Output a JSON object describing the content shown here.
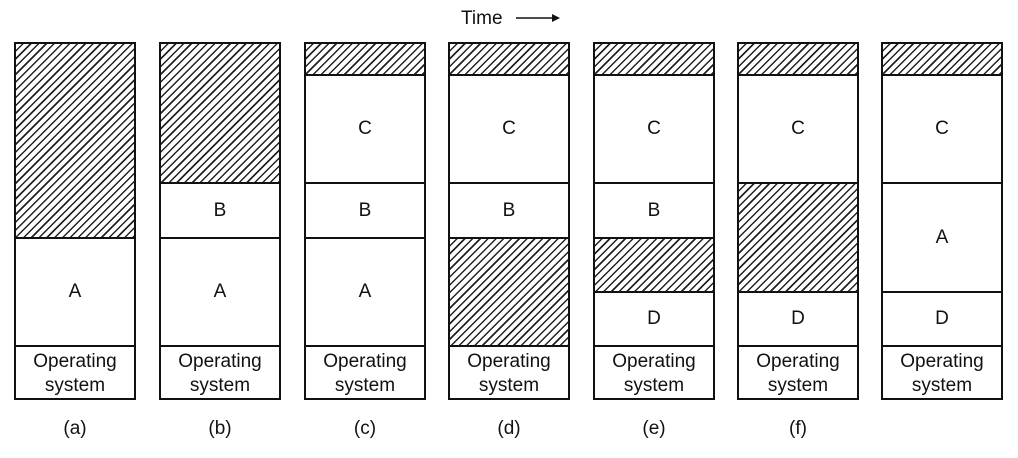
{
  "time_label": "Time",
  "os_label_line1": "Operating",
  "os_label_line2": "system",
  "columns": [
    {
      "caption": "(a)",
      "segments": [
        {
          "type": "hole",
          "label": ""
        },
        {
          "type": "process",
          "label": "A"
        }
      ]
    },
    {
      "caption": "(b)",
      "segments": [
        {
          "type": "hole",
          "label": ""
        },
        {
          "type": "process",
          "label": "B"
        },
        {
          "type": "process",
          "label": "A"
        }
      ]
    },
    {
      "caption": "(c)",
      "segments": [
        {
          "type": "hole",
          "label": ""
        },
        {
          "type": "process",
          "label": "C"
        },
        {
          "type": "process",
          "label": "B"
        },
        {
          "type": "process",
          "label": "A"
        }
      ]
    },
    {
      "caption": "(d)",
      "segments": [
        {
          "type": "hole",
          "label": ""
        },
        {
          "type": "process",
          "label": "C"
        },
        {
          "type": "process",
          "label": "B"
        },
        {
          "type": "hole",
          "label": ""
        }
      ]
    },
    {
      "caption": "(e)",
      "segments": [
        {
          "type": "hole",
          "label": ""
        },
        {
          "type": "process",
          "label": "C"
        },
        {
          "type": "process",
          "label": "B"
        },
        {
          "type": "hole",
          "label": ""
        },
        {
          "type": "process",
          "label": "D"
        }
      ]
    },
    {
      "caption": "(f)",
      "segments": [
        {
          "type": "hole",
          "label": ""
        },
        {
          "type": "process",
          "label": "C"
        },
        {
          "type": "hole",
          "label": ""
        },
        {
          "type": "process",
          "label": "D"
        }
      ]
    },
    {
      "caption": "",
      "segments": [
        {
          "type": "hole",
          "label": ""
        },
        {
          "type": "process",
          "label": "C"
        },
        {
          "type": "process",
          "label": "A"
        },
        {
          "type": "process",
          "label": "D"
        }
      ]
    }
  ]
}
